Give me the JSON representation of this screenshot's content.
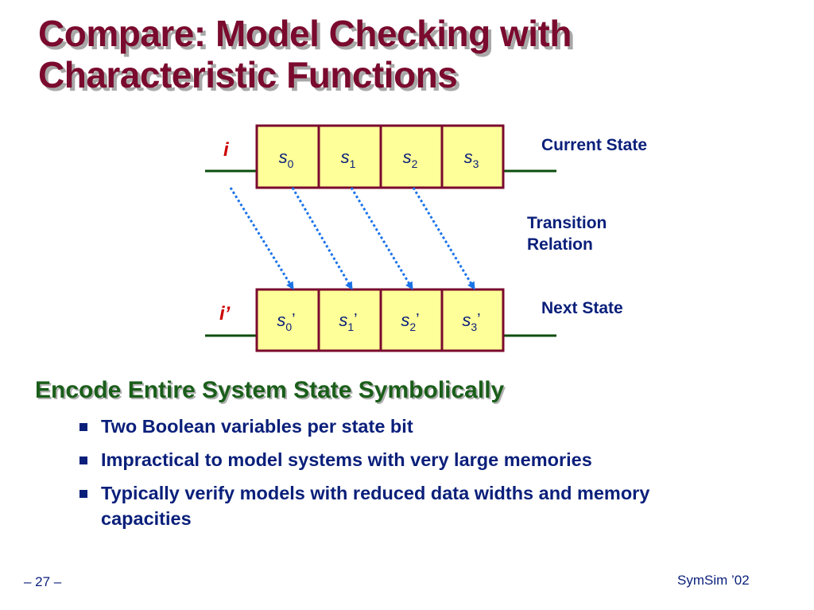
{
  "title": {
    "line1": "Compare: Model Checking with",
    "line2": "Characteristic Functions"
  },
  "diagram": {
    "current_input": "i",
    "next_input": "i’",
    "current_cells": [
      {
        "var": "s",
        "sub": "0",
        "prime": ""
      },
      {
        "var": "s",
        "sub": "1",
        "prime": ""
      },
      {
        "var": "s",
        "sub": "2",
        "prime": ""
      },
      {
        "var": "s",
        "sub": "3",
        "prime": ""
      }
    ],
    "next_cells": [
      {
        "var": "s",
        "sub": "0",
        "prime": "’"
      },
      {
        "var": "s",
        "sub": "1",
        "prime": "’"
      },
      {
        "var": "s",
        "sub": "2",
        "prime": "’"
      },
      {
        "var": "s",
        "sub": "3",
        "prime": "’"
      }
    ],
    "labels": {
      "current_state": "Current State",
      "transition_line1": "Transition",
      "transition_line2": "Relation",
      "next_state": "Next State"
    },
    "colors": {
      "cell_fill": "#ffff99",
      "cell_border": "#7a0a2e",
      "wire": "#0d4d0d",
      "transition_arrow": "#1a73e8",
      "input_label": "#cc0000",
      "text_blue": "#0a1f7a"
    }
  },
  "section_heading": "Encode Entire System State Symbolically",
  "bullets": [
    "Two Boolean variables per state bit",
    "Impractical to model systems with very large memories",
    "Typically verify models with reduced data widths and memory capacities"
  ],
  "footer": {
    "page": "– 27 –",
    "source": "SymSim ’02"
  }
}
